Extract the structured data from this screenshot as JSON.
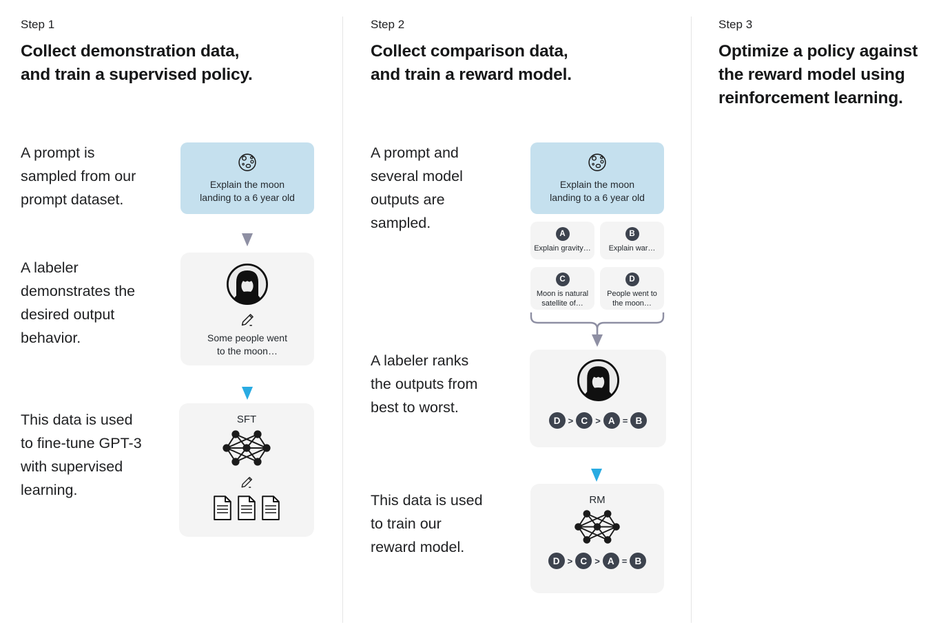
{
  "colors": {
    "background": "#ffffff",
    "text": "#202123",
    "card_gray": "#f4f4f4",
    "card_blue": "#c5e0ee",
    "badge_dark": "#3d434e",
    "arrow_gray": "#8e8fa3",
    "arrow_blue": "#29abe2",
    "divider": "#e4e4e4"
  },
  "step1": {
    "label": "Step 1",
    "title": "Collect demonstration data,\nand train a supervised policy.",
    "caption_prompt": "A prompt is\nsampled from our\nprompt dataset.",
    "prompt_card_text": "Explain the moon\nlanding to a 6 year old",
    "caption_labeler": "A labeler\ndemonstrates the\ndesired output\nbehavior.",
    "labeler_output": "Some people went\nto the moon…",
    "caption_finetune": "This data is used\nto fine-tune GPT-3\nwith supervised\nlearning.",
    "model_label": "SFT"
  },
  "step2": {
    "label": "Step 2",
    "title": "Collect comparison data,\nand train a reward model.",
    "caption_prompt": "A prompt and\nseveral model\noutputs are\nsampled.",
    "prompt_card_text": "Explain the moon\nlanding to a 6 year old",
    "outputs": [
      {
        "badge": "A",
        "text": "Explain gravity…"
      },
      {
        "badge": "B",
        "text": "Explain war…"
      },
      {
        "badge": "C",
        "text": "Moon is natural\nsatellite of…"
      },
      {
        "badge": "D",
        "text": "People went to\nthe moon…"
      }
    ],
    "caption_rank": "A labeler ranks\nthe outputs from\nbest to worst.",
    "ranking": [
      "D",
      ">",
      "C",
      ">",
      "A",
      "=",
      "B"
    ],
    "caption_reward": "This data is used\nto train our\nreward model.",
    "model_label": "RM"
  },
  "step3": {
    "label": "Step 3",
    "title": "Optimize a policy against\nthe reward model using\nreinforcement learning."
  }
}
